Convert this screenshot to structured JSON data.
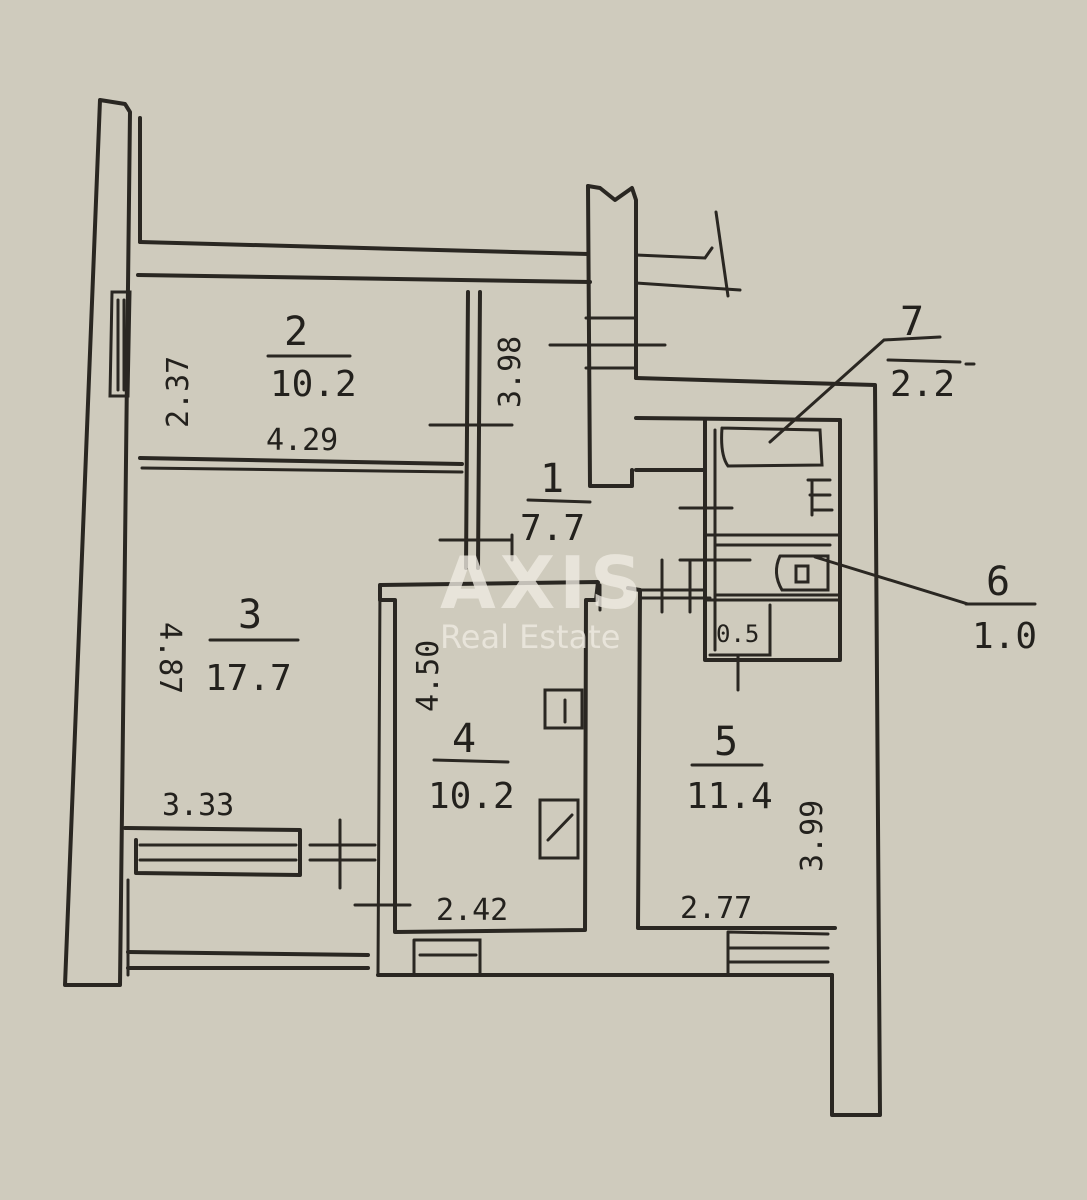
{
  "rooms": [
    {
      "id": "1",
      "number": "1",
      "area": "7.7"
    },
    {
      "id": "2",
      "number": "2",
      "area": "10.2"
    },
    {
      "id": "3",
      "number": "3",
      "area": "17.7"
    },
    {
      "id": "4",
      "number": "4",
      "area": "10.2"
    },
    {
      "id": "5",
      "number": "5",
      "area": "11.4"
    },
    {
      "id": "6",
      "number": "6",
      "area": "1.0"
    },
    {
      "id": "7",
      "number": "7",
      "area": "2.2"
    }
  ],
  "dimensions": {
    "room2_height": "2.37",
    "room2_width": "4.29",
    "hall_length": "3.98",
    "room3_height": "4.87",
    "room3_width": "3.33",
    "room4_height": "4.50",
    "room4_width": "2.42",
    "room5_height": "3.99",
    "room5_width": "2.77",
    "closet_area": "0.5"
  },
  "watermark": {
    "brand": "AXIS",
    "subtitle": "Real Estate"
  }
}
